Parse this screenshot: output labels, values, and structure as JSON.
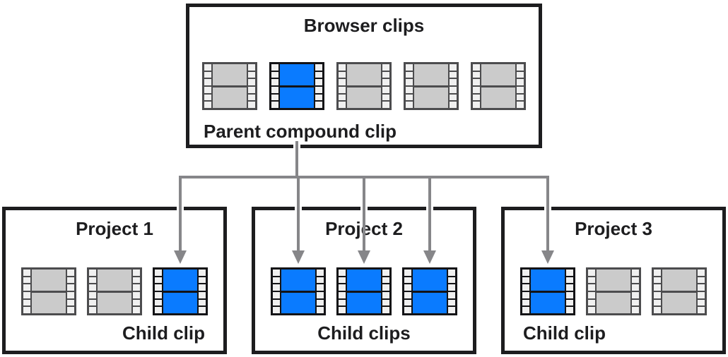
{
  "colors": {
    "highlight_blue": "#0a7bff",
    "clip_gray": "#cbcbcb",
    "connector_gray": "#868689",
    "outline": "#1d1d1f"
  },
  "browser": {
    "title": "Browser clips",
    "caption": "Parent compound clip",
    "clips": [
      "gray",
      "blue",
      "gray",
      "gray",
      "gray"
    ],
    "parent_clip_index": 1
  },
  "projects": [
    {
      "title": "Project 1",
      "caption": "Child clip",
      "clips": [
        "gray",
        "gray",
        "blue"
      ],
      "arrow_targets": [
        2
      ]
    },
    {
      "title": "Project 2",
      "caption": "Child clips",
      "clips": [
        "blue",
        "blue",
        "blue"
      ],
      "arrow_targets": [
        0,
        1,
        2
      ]
    },
    {
      "title": "Project 3",
      "caption": "Child clip",
      "clips": [
        "blue",
        "gray",
        "gray"
      ],
      "arrow_targets": [
        0
      ]
    }
  ]
}
